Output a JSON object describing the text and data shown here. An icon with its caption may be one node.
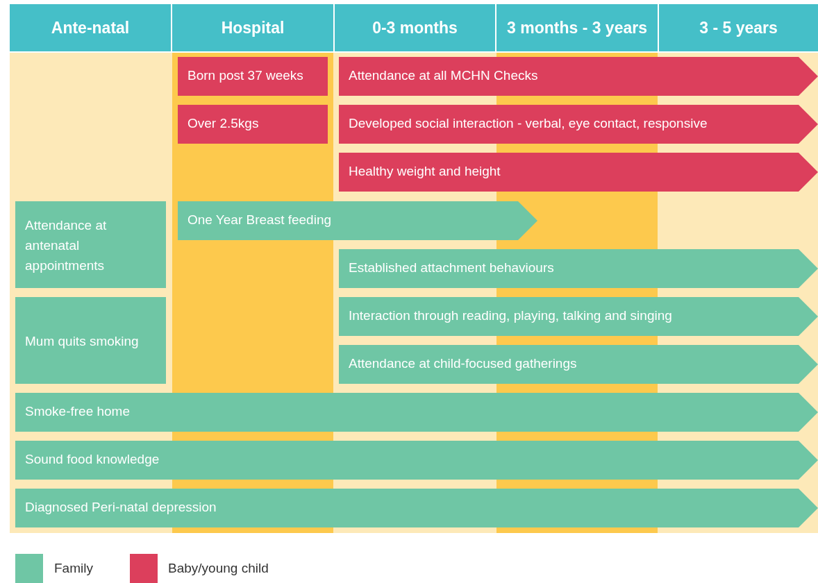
{
  "diagram": {
    "nodes": [
      {
        "text": [
          "Ante-natal"
        ]
      },
      {
        "text": [
          "Hospital"
        ]
      },
      {
        "text": [
          "0-3 months"
        ]
      },
      {
        "text": [
          "3 months - 3 years"
        ]
      },
      {
        "text": [
          "3 - 5 years"
        ]
      },
      {
        "text": [
          "Born post 37 weeks"
        ]
      },
      {
        "text": [
          "Attendance at all MCHN Checks"
        ]
      },
      {
        "text": [
          "Over 2.5kgs"
        ]
      },
      {
        "text": [
          "Developed social interaction - verbal, eye contact, responsive"
        ]
      },
      {
        "text": [
          "Healthy weight and height"
        ]
      },
      {
        "text": [
          "Attendance at antenatal appointments"
        ]
      },
      {
        "text": [
          "One Year Breast feeding"
        ]
      },
      {
        "text": [
          "Established attachment behaviours"
        ]
      },
      {
        "text": [
          "Mum quits smoking"
        ]
      },
      {
        "text": [
          "Interaction through reading, playing, talking and singing"
        ]
      },
      {
        "text": [
          "Attendance at child-focused gatherings"
        ]
      },
      {
        "text": [
          "Smoke-free home"
        ]
      },
      {
        "text": [
          "Sound food knowledge"
        ]
      },
      {
        "text": [
          "Diagnosed Peri-natal depression"
        ]
      }
    ],
    "legend": [
      {
        "text": "Family",
        "color": "#6fc6a5"
      },
      {
        "text": "Baby/young child",
        "color": "#dc3f5c"
      }
    ]
  }
}
